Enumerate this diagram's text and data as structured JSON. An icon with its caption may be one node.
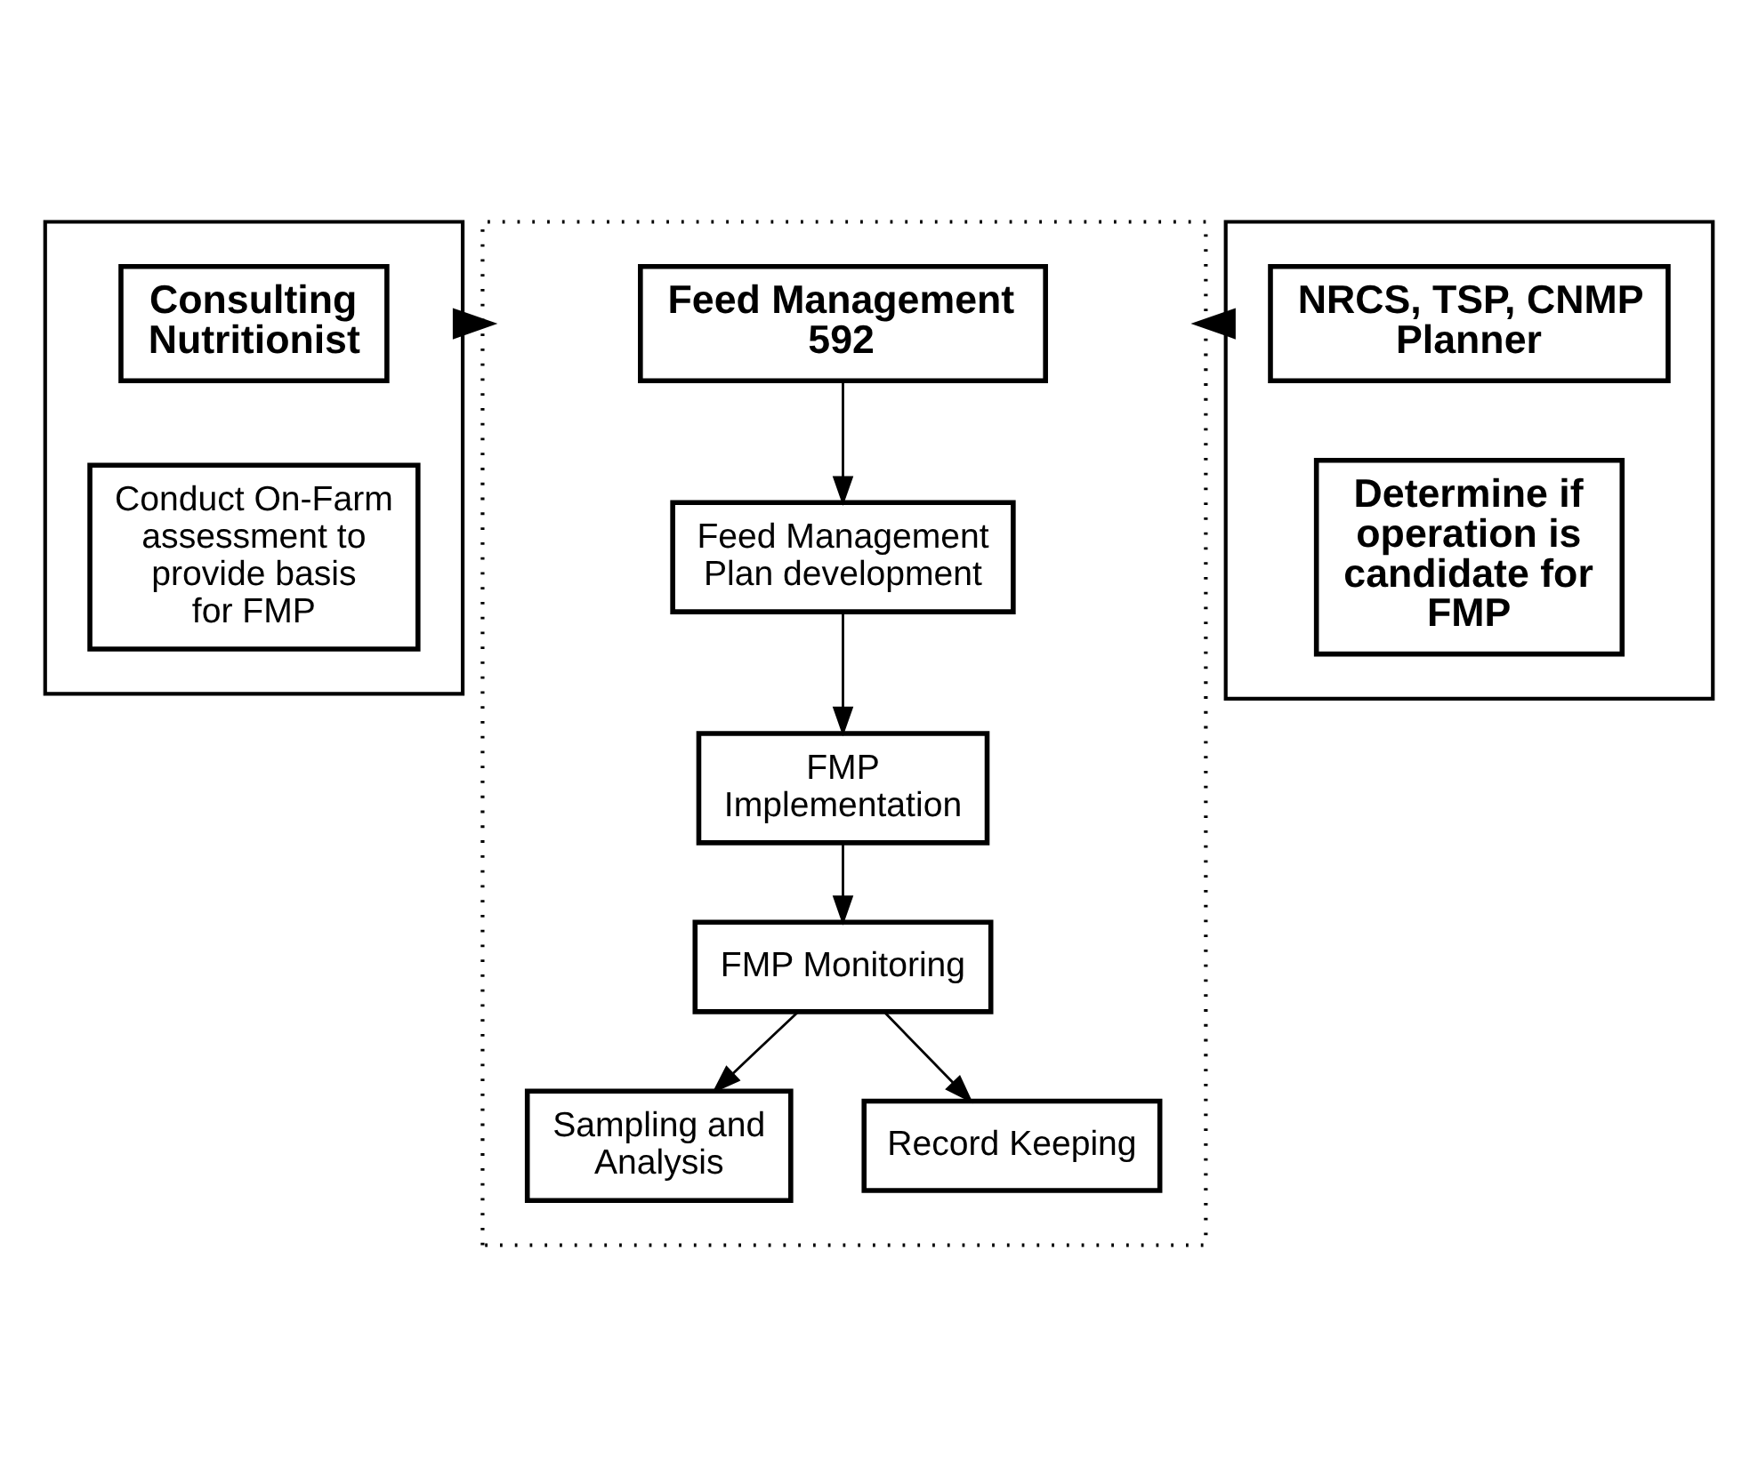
{
  "diagram": {
    "nodes": [
      {
        "text": [],
        "shape": "box"
      },
      {
        "text": [
          "Consulting Nutritionist"
        ],
        "in": 0
      },
      {
        "text": [
          "Conduct On-Farm assessment to provide basis for FMP"
        ],
        "in": 0
      },
      {
        "text": [],
        "shape": "box"
      },
      {
        "text": [
          "Feed Management 592"
        ],
        "in": 3
      },
      {
        "text": [
          "Feed Management Plan development"
        ],
        "in": 3
      },
      {
        "text": [
          "FMP Implementation"
        ],
        "in": 3
      },
      {
        "text": [
          "FMP Monitoring"
        ],
        "in": 3
      },
      {
        "text": [
          "Sampling and Analysis"
        ],
        "in": 3
      },
      {
        "text": [
          "Record Keeping"
        ],
        "in": 3
      },
      {
        "text": [],
        "shape": "box"
      },
      {
        "text": [
          "NRCS, TSP, CNMP Planner"
        ],
        "in": 10
      },
      {
        "text": [
          "Determine if operation is candidate for FMP"
        ],
        "in": 10
      }
    ],
    "edges": [
      {
        "from": 4,
        "to": 5,
        "arrow": "to"
      },
      {
        "from": 5,
        "to": 6,
        "arrow": "to"
      },
      {
        "from": 6,
        "to": 7,
        "arrow": "to"
      },
      {
        "from": 7,
        "to": 8,
        "arrow": "to"
      },
      {
        "from": 7,
        "to": 9,
        "arrow": "to"
      },
      {
        "from": 0,
        "to": 3,
        "arrow": "to",
        "style": "thick"
      },
      {
        "from": 10,
        "to": 3,
        "arrow": "to",
        "style": "thick"
      }
    ]
  }
}
